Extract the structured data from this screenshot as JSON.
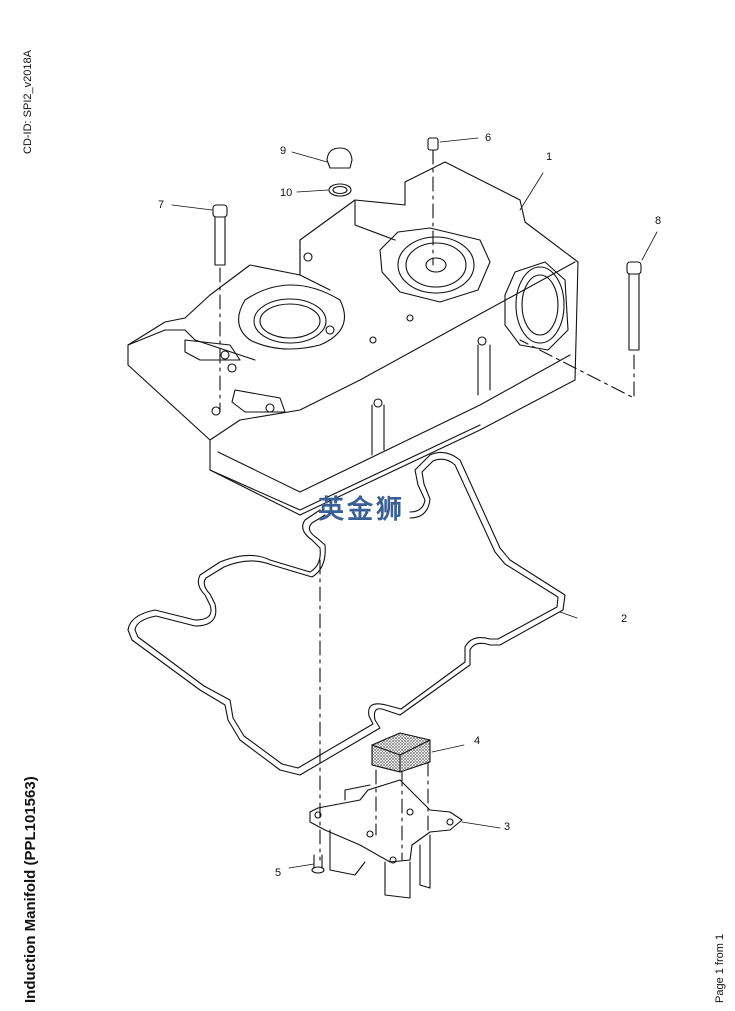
{
  "document": {
    "cd_id": "CD-ID: SPI2_v2018A",
    "title": "Induction Manifold (PPL101563)",
    "page_info": "Page 1 from 1",
    "watermark": "英金狮"
  },
  "callouts": [
    {
      "number": "1",
      "part": "manifold-housing"
    },
    {
      "number": "2",
      "part": "gasket"
    },
    {
      "number": "3",
      "part": "bracket-plate"
    },
    {
      "number": "4",
      "part": "filter-element"
    },
    {
      "number": "5",
      "part": "screw"
    },
    {
      "number": "6",
      "part": "plug"
    },
    {
      "number": "7",
      "part": "bolt"
    },
    {
      "number": "8",
      "part": "bolt"
    },
    {
      "number": "9",
      "part": "cap-nut"
    },
    {
      "number": "10",
      "part": "washer"
    }
  ]
}
